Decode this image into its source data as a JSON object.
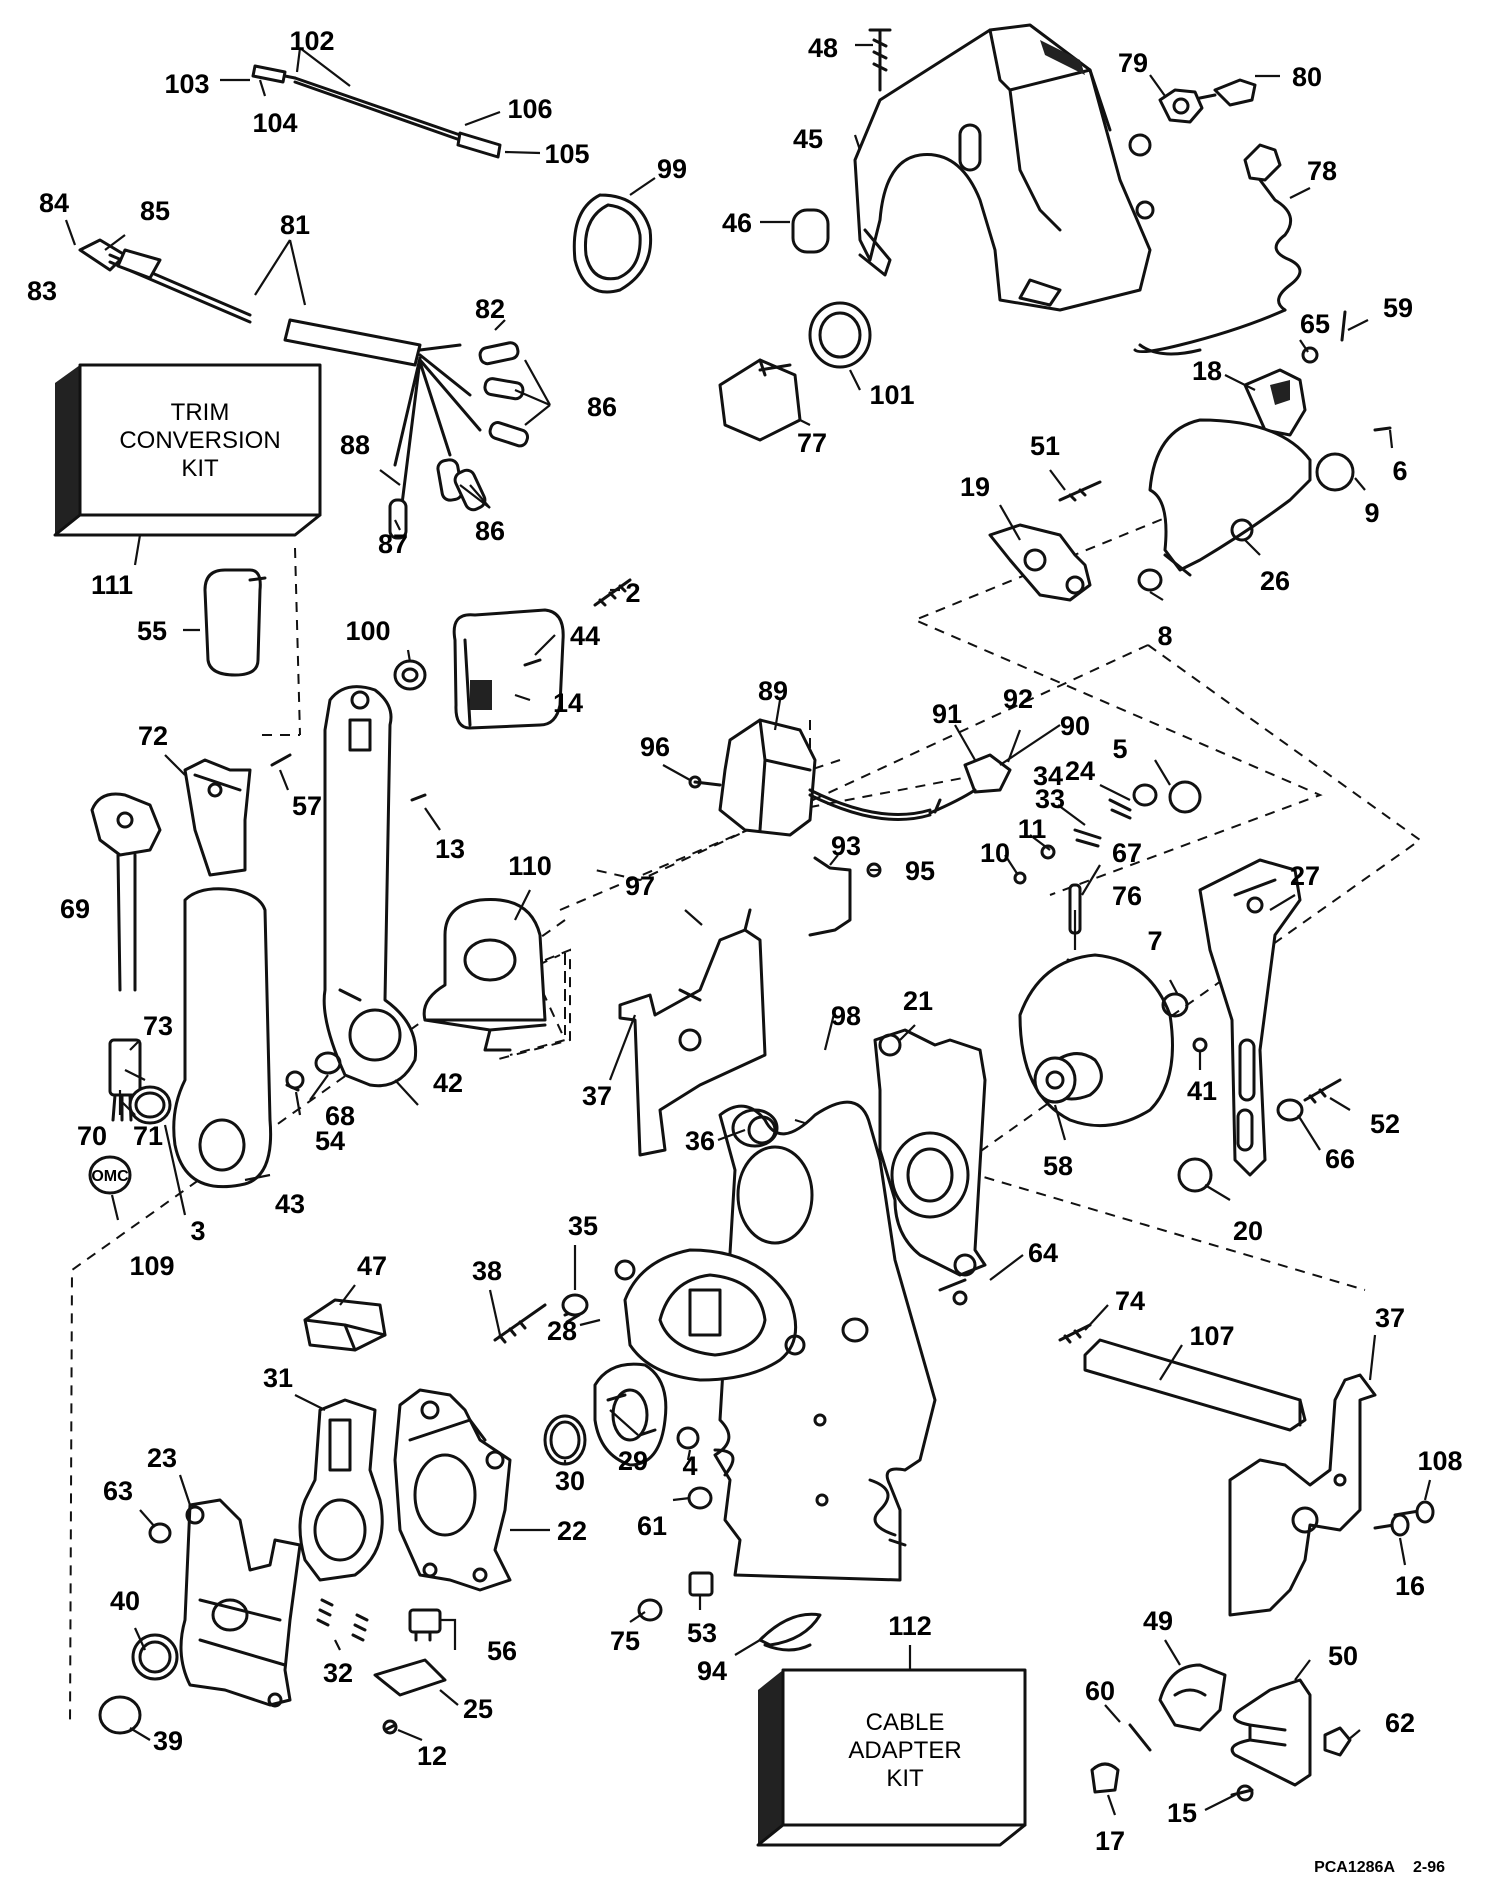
{
  "kits": {
    "trim_conversion": {
      "lines": [
        "TRIM",
        "CONVERSION",
        "KIT"
      ],
      "number": "111"
    },
    "cable_adapter": {
      "lines": [
        "CABLE",
        "ADAPTER",
        "KIT"
      ],
      "number": "112"
    }
  },
  "logo_text": "OMC",
  "reference": {
    "code": "PCA1286A",
    "date": "2-96"
  },
  "callouts": [
    "102",
    "103",
    "104",
    "106",
    "105",
    "99",
    "48",
    "45",
    "46",
    "79",
    "80",
    "78",
    "84",
    "85",
    "83",
    "81",
    "82",
    "86",
    "86",
    "88",
    "87",
    "111",
    "77",
    "101",
    "65",
    "59",
    "18",
    "51",
    "6",
    "9",
    "19",
    "26",
    "8",
    "2",
    "44",
    "14",
    "55",
    "100",
    "72",
    "57",
    "13",
    "89",
    "92",
    "91",
    "90",
    "96",
    "5",
    "24",
    "34",
    "33",
    "11",
    "10",
    "67",
    "76",
    "95",
    "93",
    "97",
    "98",
    "27",
    "7",
    "21",
    "41",
    "52",
    "66",
    "58",
    "20",
    "110",
    "69",
    "73",
    "70",
    "71",
    "42",
    "68",
    "54",
    "43",
    "3",
    "109",
    "37",
    "36",
    "35",
    "64",
    "74",
    "107",
    "37",
    "108",
    "16",
    "47",
    "38",
    "28",
    "31",
    "23",
    "63",
    "29",
    "30",
    "4",
    "22",
    "61",
    "53",
    "75",
    "94",
    "40",
    "39",
    "32",
    "56",
    "25",
    "12",
    "112",
    "49",
    "50",
    "62",
    "60",
    "15",
    "17"
  ]
}
